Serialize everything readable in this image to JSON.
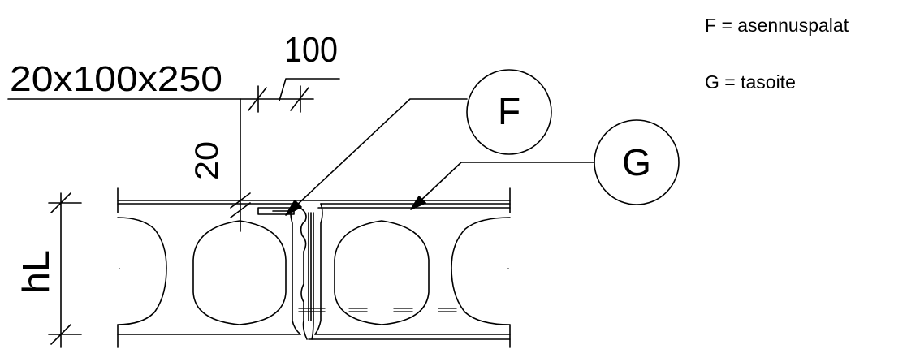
{
  "drawing": {
    "dim_plate": "20x100x250",
    "dim_width": "100",
    "dim_thickness": "20",
    "dim_height": "hL",
    "callout_f": "F",
    "callout_g": "G"
  },
  "legend": {
    "f_text": "F = asennuspalat",
    "g_text": "G = tasoite"
  }
}
